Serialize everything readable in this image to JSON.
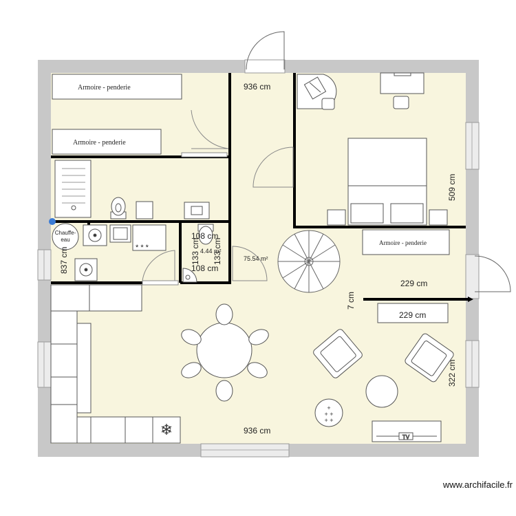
{
  "rooms": {
    "total_area": "75.54 m²",
    "small_area": "4.44 m²"
  },
  "furniture": {
    "wardrobe_1": "Armoire - penderie",
    "wardrobe_2": "Armoire - penderie",
    "wardrobe_3": "Armoire - penderie",
    "water_heater": "Chauffe-eau"
  },
  "dimensions": {
    "top_width": "936 cm",
    "bottom_width": "936 cm",
    "left_height": "837 cm",
    "bedroom_height": "509 cm",
    "wall_top": "229 cm",
    "wall_bottom": "229 cm",
    "wall_thickness": "7 cm",
    "right_height": "322 cm",
    "wc_w_top": "108 cm",
    "wc_w_bottom": "108 cm",
    "wc_h_left": "133 cm",
    "wc_h_right": "133 cm"
  },
  "watermark": "www.archifacile.fr",
  "colors": {
    "floor": "#f8f5de",
    "wall": "#c8c8c8",
    "partition": "#000000",
    "window": "#e6e6e6",
    "furniture_stroke": "#555555"
  }
}
